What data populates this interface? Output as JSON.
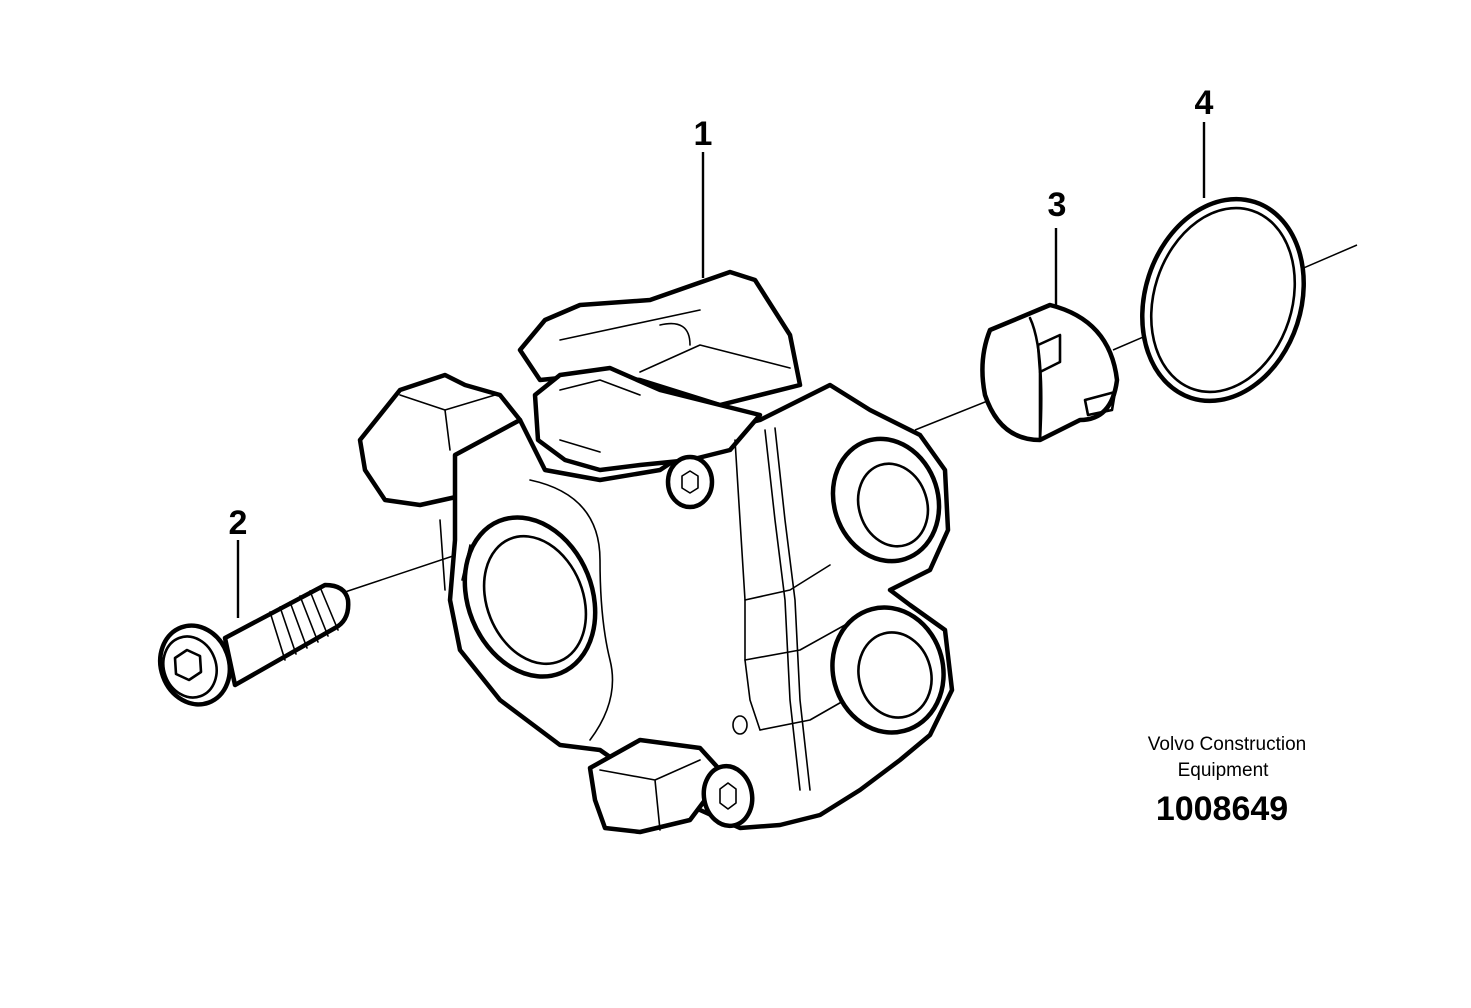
{
  "diagram": {
    "callouts": [
      {
        "id": "1",
        "label": "1"
      },
      {
        "id": "2",
        "label": "2"
      },
      {
        "id": "3",
        "label": "3"
      },
      {
        "id": "4",
        "label": "4"
      }
    ],
    "credit": {
      "line1": "Volvo Construction",
      "line2": "Equipment"
    },
    "document_number": "1008649"
  }
}
